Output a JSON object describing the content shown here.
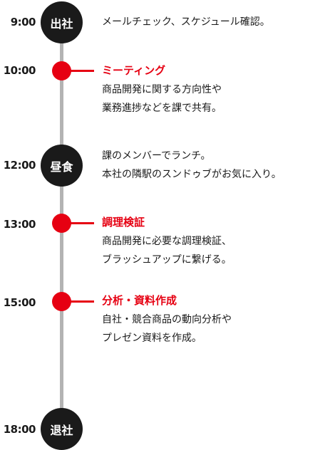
{
  "colors": {
    "accent": "#e60012",
    "milestone": "#1a1a1a",
    "line": "#b3b3b3"
  },
  "schedule": [
    {
      "time": "9:00",
      "milestone_label": "出社",
      "lines": [
        "メールチェック、スケジュール確認。"
      ]
    },
    {
      "time": "10:00",
      "title": "ミーティング",
      "lines": [
        "商品開発に関する方向性や",
        "業務進捗などを課で共有。"
      ]
    },
    {
      "time": "12:00",
      "milestone_label": "昼食",
      "lines": [
        "課のメンバーでランチ。",
        "本社の隣駅のスンドゥブがお気に入り。"
      ]
    },
    {
      "time": "13:00",
      "title": "調理検証",
      "lines": [
        "商品開発に必要な調理検証、",
        "ブラッシュアップに繋げる。"
      ]
    },
    {
      "time": "15:00",
      "title": "分析・資料作成",
      "lines": [
        "自社・競合商品の動向分析や",
        "プレゼン資料を作成。"
      ]
    },
    {
      "time": "18:00",
      "milestone_label": "退社",
      "lines": []
    }
  ]
}
